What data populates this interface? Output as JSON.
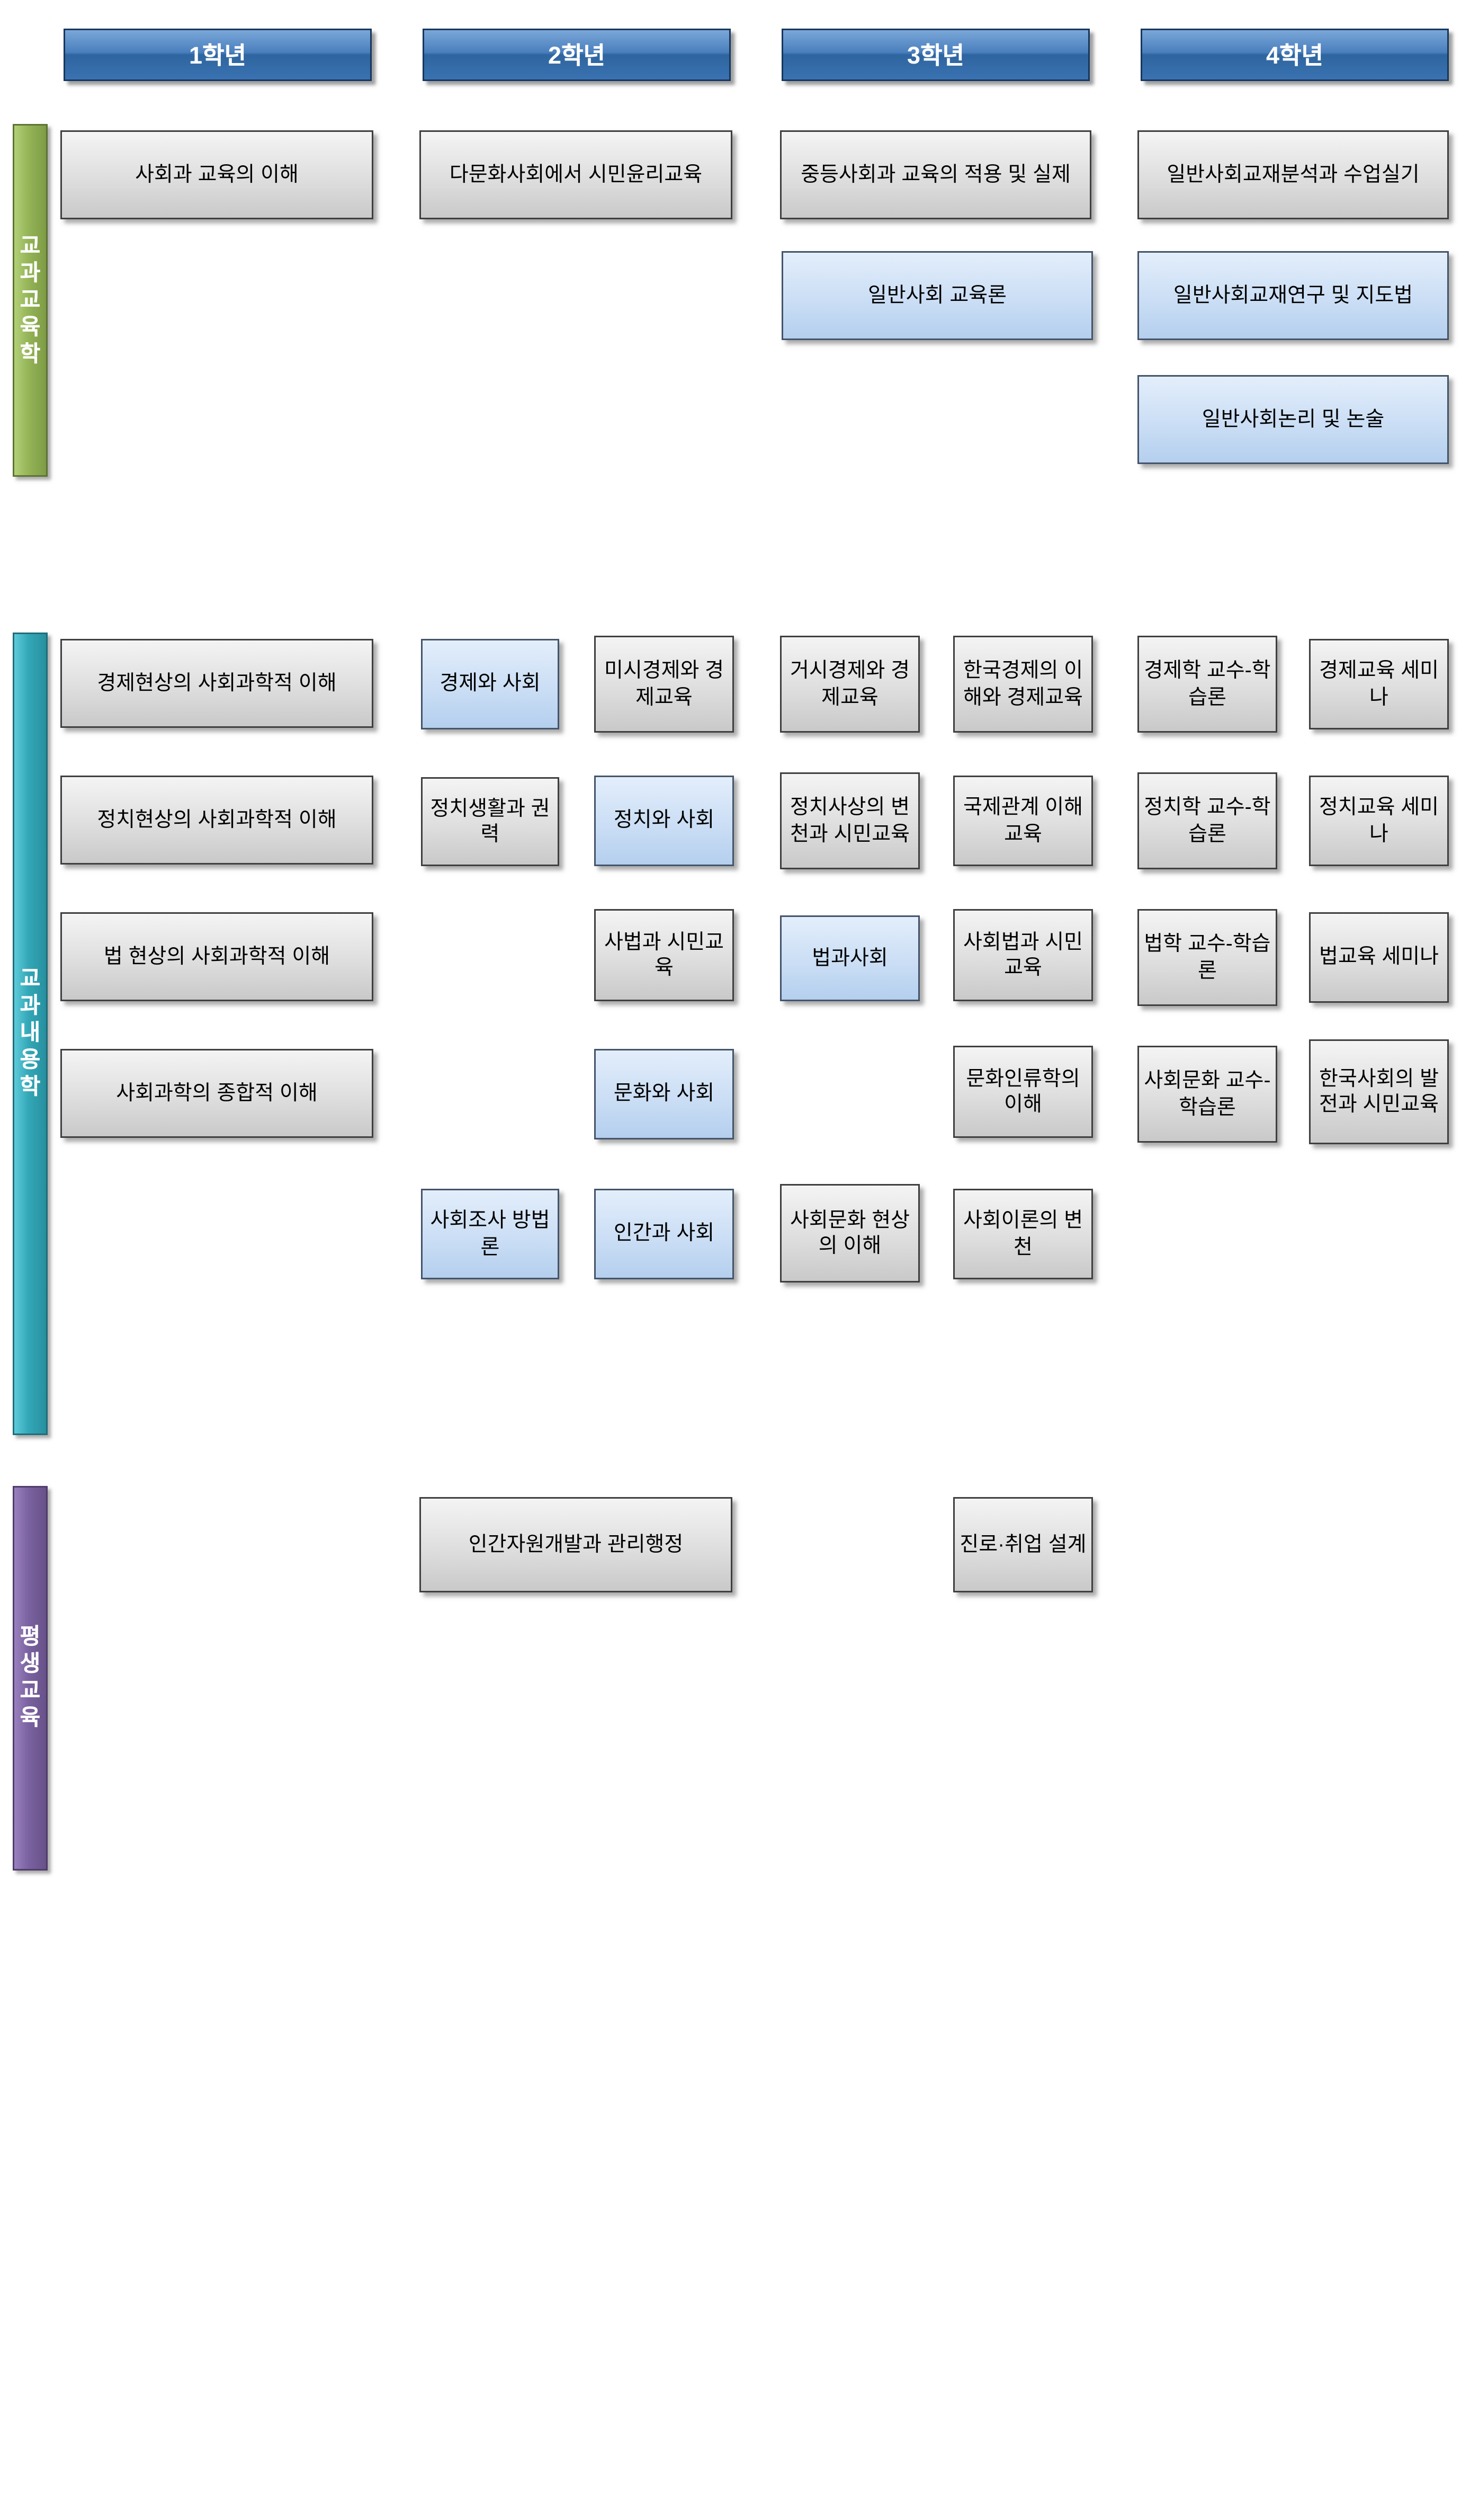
{
  "page": {
    "background": "#ffffff"
  },
  "colors": {
    "header_blue": "#3a72b2",
    "header_border": "#17375e",
    "box_gray": "#d9d9d9",
    "box_blue": "#c5d9f1",
    "box_border": "#3f3f3f",
    "bar_green": "#94b457",
    "bar_teal": "#33a7b7",
    "bar_purple": "#7a619f"
  },
  "headers": [
    {
      "label": "1학년"
    },
    {
      "label": "2학년"
    },
    {
      "label": "3학년"
    },
    {
      "label": "4학년"
    }
  ],
  "sections": [
    {
      "label": "교과교육학",
      "color": "#94b457"
    },
    {
      "label": "교과내용학",
      "color": "#33a7b7"
    },
    {
      "label": "평생교육",
      "color": "#7a619f"
    }
  ],
  "courses": [
    {
      "label": "사회과 교육의 이해",
      "type": "gray",
      "section": "교과교육학",
      "year": 1
    },
    {
      "label": "다문화사회에서 시민윤리교육",
      "type": "gray",
      "section": "교과교육학",
      "year": 2
    },
    {
      "label": "중등사회과 교육의 적용 및 실제",
      "type": "gray",
      "section": "교과교육학",
      "year": 3
    },
    {
      "label": "일반사회 교육론",
      "type": "blue",
      "section": "교과교육학",
      "year": 3
    },
    {
      "label": "일반사회교재분석과 수업실기",
      "type": "gray",
      "section": "교과교육학",
      "year": 4
    },
    {
      "label": "일반사회교재연구 및 지도법",
      "type": "blue",
      "section": "교과교육학",
      "year": 4
    },
    {
      "label": "일반사회논리 및 논술",
      "type": "blue",
      "section": "교과교육학",
      "year": 4
    },
    {
      "label": "경제현상의 사회과학적 이해",
      "type": "gray",
      "section": "교과내용학",
      "year": 1
    },
    {
      "label": "경제와 사회",
      "type": "blue",
      "section": "교과내용학",
      "year": 2
    },
    {
      "label": "미시경제와 경제교육",
      "type": "gray",
      "section": "교과내용학",
      "year": 2
    },
    {
      "label": "거시경제와 경제교육",
      "type": "gray",
      "section": "교과내용학",
      "year": 3
    },
    {
      "label": "한국경제의 이해와 경제교육",
      "type": "gray",
      "section": "교과내용학",
      "year": 3
    },
    {
      "label": "경제학 교수-학습론",
      "type": "gray",
      "section": "교과내용학",
      "year": 4
    },
    {
      "label": "경제교육 세미나",
      "type": "gray",
      "section": "교과내용학",
      "year": 4
    },
    {
      "label": "정치현상의 사회과학적 이해",
      "type": "gray",
      "section": "교과내용학",
      "year": 1
    },
    {
      "label": "정치생활과 권력",
      "type": "gray",
      "section": "교과내용학",
      "year": 2
    },
    {
      "label": "정치와 사회",
      "type": "blue",
      "section": "교과내용학",
      "year": 2
    },
    {
      "label": "정치사상의 변천과 시민교육",
      "type": "gray",
      "section": "교과내용학",
      "year": 3
    },
    {
      "label": "국제관계 이해교육",
      "type": "gray",
      "section": "교과내용학",
      "year": 3
    },
    {
      "label": "정치학 교수-학습론",
      "type": "gray",
      "section": "교과내용학",
      "year": 4
    },
    {
      "label": "정치교육 세미나",
      "type": "gray",
      "section": "교과내용학",
      "year": 4
    },
    {
      "label": "법 현상의 사회과학적 이해",
      "type": "gray",
      "section": "교과내용학",
      "year": 1
    },
    {
      "label": "사법과 시민교육",
      "type": "gray",
      "section": "교과내용학",
      "year": 2
    },
    {
      "label": "법과사회",
      "type": "blue",
      "section": "교과내용학",
      "year": 3
    },
    {
      "label": "사회법과 시민교육",
      "type": "gray",
      "section": "교과내용학",
      "year": 3
    },
    {
      "label": "법학 교수-학습론",
      "type": "gray",
      "section": "교과내용학",
      "year": 4
    },
    {
      "label": "법교육 세미나",
      "type": "gray",
      "section": "교과내용학",
      "year": 4
    },
    {
      "label": "사회과학의 종합적 이해",
      "type": "gray",
      "section": "교과내용학",
      "year": 1
    },
    {
      "label": "문화와 사회",
      "type": "blue",
      "section": "교과내용학",
      "year": 2
    },
    {
      "label": "문화인류학의 이해",
      "type": "gray",
      "section": "교과내용학",
      "year": 3
    },
    {
      "label": "사회문화 교수-학습론",
      "type": "gray",
      "section": "교과내용학",
      "year": 4
    },
    {
      "label": "한국사회의 발전과 시민교육",
      "type": "gray",
      "section": "교과내용학",
      "year": 4
    },
    {
      "label": "사회조사 방법론",
      "type": "blue",
      "section": "교과내용학",
      "year": 2
    },
    {
      "label": "인간과 사회",
      "type": "blue",
      "section": "교과내용학",
      "year": 2
    },
    {
      "label": "사회문화 현상의 이해",
      "type": "gray",
      "section": "교과내용학",
      "year": 3
    },
    {
      "label": "사회이론의 변천",
      "type": "gray",
      "section": "교과내용학",
      "year": 3
    },
    {
      "label": "인간자원개발과 관리행정",
      "type": "gray",
      "section": "평생교육",
      "year": 2
    },
    {
      "label": "진로·취업 설계",
      "type": "gray",
      "section": "평생교육",
      "year": 3
    }
  ]
}
